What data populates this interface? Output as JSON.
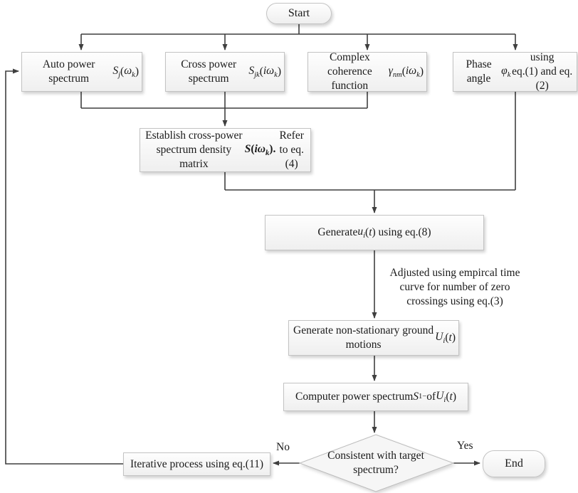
{
  "colors": {
    "line": "#3f3f3f",
    "box_border": "#c3c3c3",
    "box_fill_top": "#fefefe",
    "box_fill_bottom": "#efefef",
    "text": "#1a1a1a",
    "bg": "#ffffff"
  },
  "nodes": {
    "start": {
      "label": "Start"
    },
    "auto_power": {
      "label": "Auto power spectrum<br><i>S<sub>j</sub></i>(<i>ω<sub>k</sub></i>)"
    },
    "cross_power": {
      "label": "Cross power spectrum<br><i>S<sub>jk</sub></i>(<i>iω<sub>k</sub></i>)"
    },
    "coherence": {
      "label": "Complex coherence<br>function <i>γ<sub>nm</sub></i>(<i>iω<sub>k</sub></i>)"
    },
    "phase_angle": {
      "label": "Phase angle <i>φ<sub>k</sub></i> using<br>eq.(1) and eq.(2)"
    },
    "establish_matrix": {
      "label": "Establish cross-power spectrum density matrix <b><i>S</i>(<i>iω<sub>k</sub></i>).</b> Refer to eq.(4)"
    },
    "generate_u": {
      "label": "Generate <i>u<sub>i</sub></i>(<i>t</i>) using eq.(8)"
    },
    "adjust_note": {
      "label": "Adjusted using empircal time curve for number of zero crossings using eq.(3)"
    },
    "generate_nonstationary": {
      "label": "Generate non-stationary ground motions <i>U<sub>i</sub></i>(<i>t</i>)"
    },
    "compute_spectrum": {
      "label": "Computer power spectrum <i>S</i><sub>1</sub><sup>−</sup> of <i>U<sub>i</sub></i>(<i>t</i>)"
    },
    "decision": {
      "label": "Consistent with target spectrum?"
    },
    "iterative": {
      "label": "Iterative process using eq.(11)"
    },
    "end": {
      "label": "End"
    }
  },
  "edge_labels": {
    "no": "No",
    "yes": "Yes"
  }
}
